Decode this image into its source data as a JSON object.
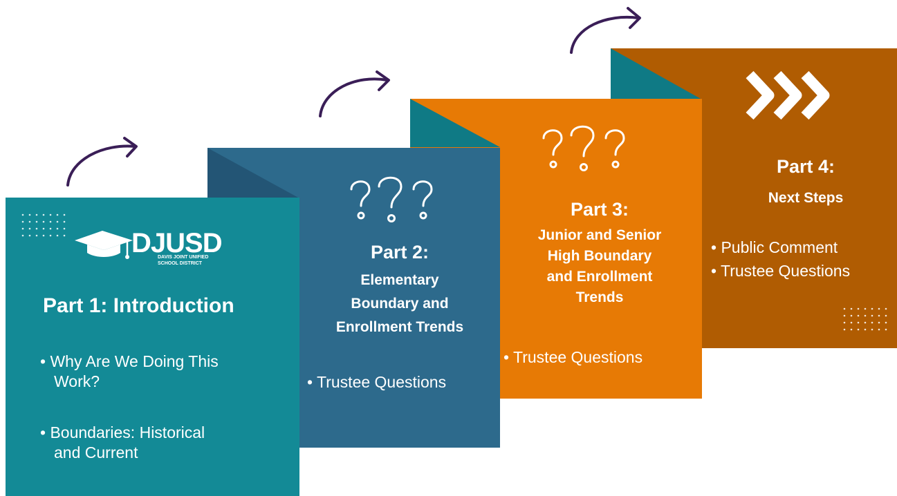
{
  "colors": {
    "part1": "#138a96",
    "part2": "#2d6a8c",
    "part2_fold": "#235575",
    "part3": "#e77a05",
    "part3_fold": "#0f7a85",
    "part4": "#b05c02",
    "part4_fold": "#0f7a85",
    "arrow": "#3a1e57"
  },
  "part1": {
    "logo_text": "DJUSD",
    "logo_subtext_1": "DAVIS JOINT UNIFIED",
    "logo_subtext_2": "SCHOOL DISTRICT",
    "title": "Part 1: Introduction",
    "bullets": [
      {
        "line1": "Why Are We Doing This",
        "line2": "Work?"
      },
      {
        "line1": "Boundaries: Historical",
        "line2": "and Current"
      }
    ]
  },
  "part2": {
    "title": "Part 2:",
    "subtitle_lines": [
      "Elementary",
      "Boundary and",
      "Enrollment Trends"
    ],
    "bullet": "Trustee Questions",
    "icon": "question-marks-icon"
  },
  "part3": {
    "title": "Part 3:",
    "subtitle_lines": [
      "Junior and Senior",
      "High Boundary",
      "and Enrollment",
      "Trends"
    ],
    "bullet": "Trustee Questions",
    "icon": "question-marks-icon"
  },
  "part4": {
    "title": "Part 4:",
    "subtitle": "Next Steps",
    "bullets": [
      "Public Comment",
      "Trustee Questions"
    ],
    "icon": "chevrons-icon"
  }
}
